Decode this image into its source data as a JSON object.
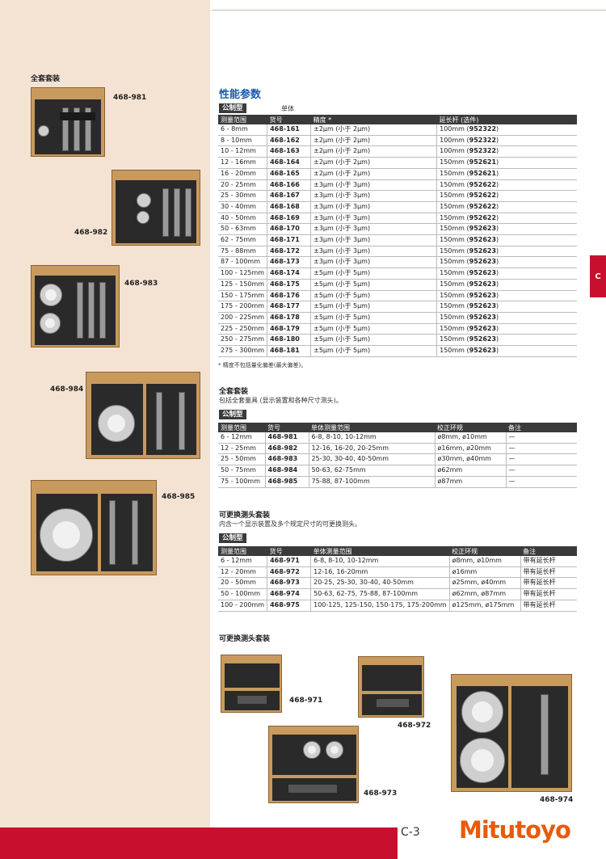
{
  "left_title": "全套套装",
  "left_sets": [
    {
      "code": "468-981"
    },
    {
      "code": "468-982"
    },
    {
      "code": "468-983"
    },
    {
      "code": "468-984"
    },
    {
      "code": "468-985"
    }
  ],
  "section_title": "性能参数",
  "single": {
    "tag": "公制型",
    "subtitle": "单体",
    "headers": [
      "测量范围",
      "货号",
      "精度 *",
      "延长杆 (选件)"
    ],
    "rows": [
      [
        "6 - 8mm",
        "468-161",
        "±2μm (小于 2μm)",
        "100mm (",
        "952322",
        ")"
      ],
      [
        "8 - 10mm",
        "468-162",
        "±2μm (小于 2μm)",
        "100mm (",
        "952322",
        ")"
      ],
      [
        "10 - 12mm",
        "468-163",
        "±2μm (小于 2μm)",
        "100mm (",
        "952322",
        ")"
      ],
      [
        "12 - 16mm",
        "468-164",
        "±2μm (小于 2μm)",
        "150mm (",
        "952621",
        ")"
      ],
      [
        "16 - 20mm",
        "468-165",
        "±2μm (小于 2μm)",
        "150mm (",
        "952621",
        ")"
      ],
      [
        "20 - 25mm",
        "468-166",
        "±3μm (小于 3μm)",
        "150mm (",
        "952622",
        ")"
      ],
      [
        "25 - 30mm",
        "468-167",
        "±3μm (小于 3μm)",
        "150mm (",
        "952622",
        ")"
      ],
      [
        "30 - 40mm",
        "468-168",
        "±3μm (小于 3μm)",
        "150mm (",
        "952622",
        ")"
      ],
      [
        "40 - 50mm",
        "468-169",
        "±3μm (小于 3μm)",
        "150mm (",
        "952622",
        ")"
      ],
      [
        "50 - 63mm",
        "468-170",
        "±3μm (小于 3μm)",
        "150mm (",
        "952623",
        ")"
      ],
      [
        "62 - 75mm",
        "468-171",
        "±3μm (小于 3μm)",
        "150mm (",
        "952623",
        ")"
      ],
      [
        "75 - 88mm",
        "468-172",
        "±3μm (小于 3μm)",
        "150mm (",
        "952623",
        ")"
      ],
      [
        "87 - 100mm",
        "468-173",
        "±3μm (小于 3μm)",
        "150mm (",
        "952623",
        ")"
      ],
      [
        "100 - 125mm",
        "468-174",
        "±5μm (小于 5μm)",
        "150mm (",
        "952623",
        ")"
      ],
      [
        "125 - 150mm",
        "468-175",
        "±5μm (小于 5μm)",
        "150mm (",
        "952623",
        ")"
      ],
      [
        "150 - 175mm",
        "468-176",
        "±5μm (小于 5μm)",
        "150mm (",
        "952623",
        ")"
      ],
      [
        "175 - 200mm",
        "468-177",
        "±5μm (小于 5μm)",
        "150mm (",
        "952623",
        ")"
      ],
      [
        "200 - 225mm",
        "468-178",
        "±5μm (小于 5μm)",
        "150mm (",
        "952623",
        ")"
      ],
      [
        "225 - 250mm",
        "468-179",
        "±5μm (小于 5μm)",
        "150mm (",
        "952623",
        ")"
      ],
      [
        "250 - 275mm",
        "468-180",
        "±5μm (小于 5μm)",
        "150mm (",
        "952623",
        ")"
      ],
      [
        "275 - 300mm",
        "468-181",
        "±5μm (小于 5μm)",
        "150mm (",
        "952623",
        ")"
      ]
    ],
    "footnote": "* 精度不包括量化偏差(最大偏差)。"
  },
  "full_set": {
    "title": "全套套装",
    "description": "包括全套量具 (显示装置和各种尺寸测头)。",
    "tag": "公制型",
    "headers": [
      "测量范围",
      "货号",
      "单体测量范围",
      "校正环规",
      "备注"
    ],
    "rows": [
      [
        "6 - 12mm",
        "468-981",
        "6-8, 8-10, 10-12mm",
        "ø8mm, ø10mm",
        "—"
      ],
      [
        "12 - 25mm",
        "468-982",
        "12-16, 16-20, 20-25mm",
        "ø16mm, ø20mm",
        "—"
      ],
      [
        "25 - 50mm",
        "468-983",
        "25-30, 30-40, 40-50mm",
        "ø30mm, ø40mm",
        "—"
      ],
      [
        "50 - 75mm",
        "468-984",
        "50-63, 62-75mm",
        "ø62mm",
        "—"
      ],
      [
        "75 - 100mm",
        "468-985",
        "75-88, 87-100mm",
        "ø87mm",
        "—"
      ]
    ]
  },
  "interchangeable": {
    "title": "可更换测头套装",
    "description": "内含一个显示装置及多个规定尺寸的可更换测头。",
    "tag": "公制型",
    "headers": [
      "测量范围",
      "货号",
      "单体测量范围",
      "校正环规",
      "备注"
    ],
    "rows": [
      [
        "6 - 12mm",
        "468-971",
        "6-8, 8-10, 10-12mm",
        "ø8mm, ø10mm",
        "带有延长杆"
      ],
      [
        "12 - 20mm",
        "468-972",
        "12-16, 16-20mm",
        "ø16mm",
        "带有延长杆"
      ],
      [
        "20 - 50mm",
        "468-973",
        "20-25, 25-30, 30-40, 40-50mm",
        "ø25mm, ø40mm",
        "带有延长杆"
      ],
      [
        "50 - 100mm",
        "468-974",
        "50-63, 62-75, 75-88, 87-100mm",
        "ø62mm, ø87mm",
        "带有延长杆"
      ],
      [
        "100 - 200mm",
        "468-975",
        "100-125, 125-150, 150-175, 175-200mm",
        "ø125mm, ø175mm",
        "带有延长杆"
      ]
    ]
  },
  "bottom_title": "可更换测头套装",
  "bottom_sets": [
    {
      "code": "468-971"
    },
    {
      "code": "468-972"
    },
    {
      "code": "468-973"
    },
    {
      "code": "468-974"
    }
  ],
  "side_tab": "C",
  "page_number": "C-3",
  "brand": "Mitutoyo",
  "colors": {
    "accent": "#c8102e",
    "heading": "#1a5aa8",
    "brand": "#e85a0c",
    "panel": "#f4e3d3"
  }
}
